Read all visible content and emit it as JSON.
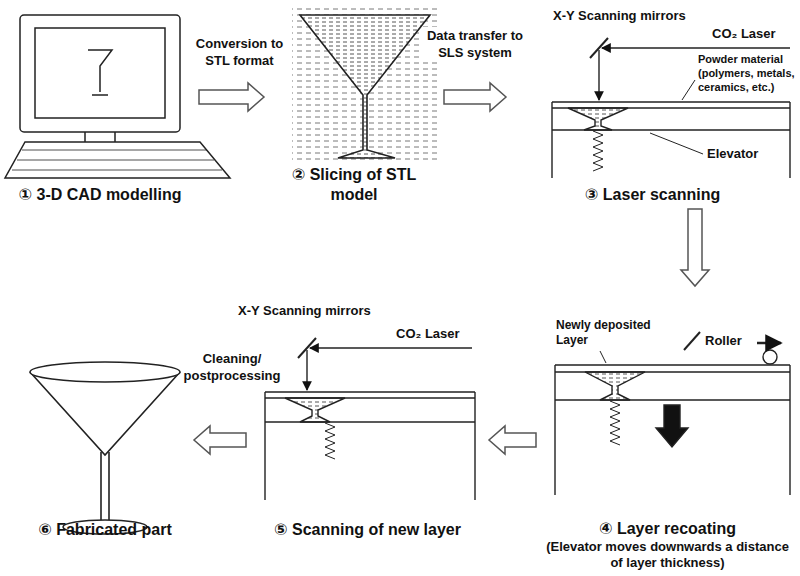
{
  "diagram": {
    "nodes": [
      {
        "text": [
          "① 3-D CAD modelling"
        ]
      },
      {
        "text": [
          "② Slicing of STL model"
        ]
      },
      {
        "text": [
          "③ Laser scanning"
        ]
      },
      {
        "text": [
          "④ Layer recoating",
          "(Elevator moves downwards a distance of layer thickness)"
        ]
      },
      {
        "text": [
          "⑤ Scanning of new layer"
        ]
      },
      {
        "text": [
          "⑥ Fabricated part"
        ]
      }
    ],
    "edges": [
      {
        "from": 0,
        "to": 1,
        "label": "Conversion to STL format",
        "arrow": "to"
      },
      {
        "from": 1,
        "to": 2,
        "label": "Data transfer to SLS system",
        "arrow": "to"
      },
      {
        "from": 2,
        "to": 3,
        "arrow": "to"
      },
      {
        "from": 3,
        "to": 4,
        "arrow": "to"
      },
      {
        "from": 4,
        "to": 5,
        "label": "Cleaning/ postprocessing",
        "arrow": "to"
      }
    ],
    "labels": [
      "X-Y Scanning mirrors",
      "CO₂ Laser",
      "Powder material (polymers, metals, ceramics, etc.)",
      "Elevator",
      "Newly deposited Layer",
      "Roller",
      "X-Y Scanning mirrors",
      "CO₂ Laser"
    ]
  }
}
